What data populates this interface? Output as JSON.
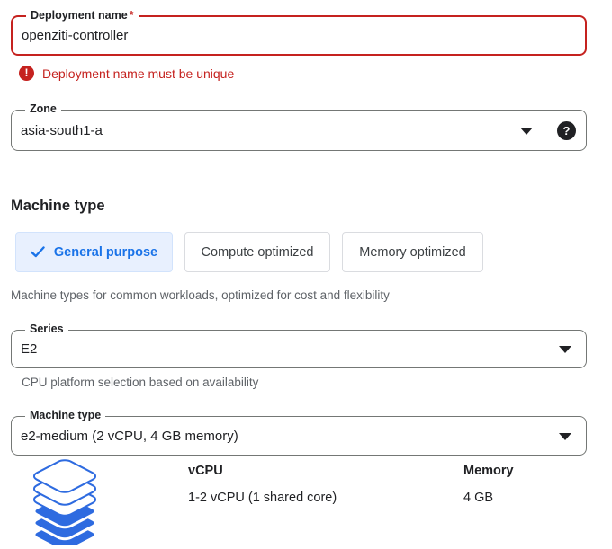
{
  "colors": {
    "error_red": "#c5221f",
    "accent_blue": "#1a73e8",
    "selected_tab_bg": "#e8f0fe",
    "text_dark": "#202124",
    "text_muted": "#5f6368",
    "field_border": "#747775",
    "tab_border": "#dadce0",
    "layers_blue": "#2e6be0"
  },
  "deployment_field": {
    "label": "Deployment name",
    "required_marker": "*",
    "value": "openziti-controller"
  },
  "error": {
    "icon": "exclamation-circle-icon",
    "icon_glyph": "!",
    "message": "Deployment name must be unique"
  },
  "zone_field": {
    "label": "Zone",
    "value": "asia-south1-a",
    "help_icon": "help-icon",
    "help_glyph": "?"
  },
  "machine_section": {
    "heading": "Machine type",
    "description": "Machine types for common workloads, optimized for cost and flexibility"
  },
  "tabs": [
    {
      "label": "General purpose",
      "selected": true,
      "icon": "checkmark-icon"
    },
    {
      "label": "Compute optimized",
      "selected": false
    },
    {
      "label": "Memory optimized",
      "selected": false
    }
  ],
  "series_field": {
    "label": "Series",
    "value": "E2",
    "helper": "CPU platform selection based on availability"
  },
  "machine_type_field": {
    "label": "Machine type",
    "value": "e2-medium (2 vCPU, 4 GB memory)"
  },
  "specs": {
    "icon": "stacked-layers-icon",
    "columns": [
      {
        "header": "vCPU",
        "value": "1-2 vCPU (1 shared core)"
      },
      {
        "header": "Memory",
        "value": "4 GB"
      }
    ]
  }
}
